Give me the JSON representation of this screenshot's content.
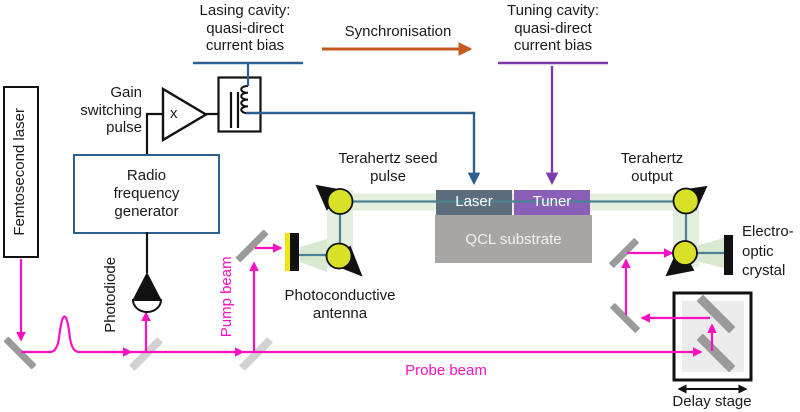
{
  "labels": {
    "lasing_cavity": "Lasing cavity:\nquasi-direct\ncurrent bias",
    "synchronisation": "Synchronisation",
    "tuning_cavity": "Tuning cavity:\nquasi-direct\ncurrent bias",
    "gain_switching": "Gain\nswitching\npulse",
    "rf_generator": "Radio\nfrequency\ngenerator",
    "femtosecond_laser": "Femtosecond laser",
    "photodiode": "Photodiode",
    "pump_beam": "Pump beam",
    "probe_beam": "Probe beam",
    "photoconductive_antenna": "Photoconductive\nantenna",
    "terahertz_seed": "Terahertz seed\npulse",
    "terahertz_output": "Terahertz\noutput",
    "laser": "Laser",
    "tuner": "Tuner",
    "qcl_substrate": "QCL substrate",
    "electro_optic_crystal": "Electro-\noptic\ncrystal",
    "delay_stage": "Delay stage",
    "amplifier_gain": "x"
  },
  "colors": {
    "beam_magenta": "#f711c0",
    "wire_blue": "#2d608f",
    "sync_orange": "#c4581d",
    "tuning_purple": "#7c3cab",
    "thz_teal": "#4d8292",
    "thz_band_green": "#e4efdd",
    "lens_yellow": "#d9e028",
    "laser_box": "#5c6e7e",
    "tuner_box": "#8a5fb8",
    "substrate_gray": "#a8a5a5",
    "mirror_gray": "#9a9a9a",
    "beamsplitter_gray": "#d2d2d2"
  }
}
